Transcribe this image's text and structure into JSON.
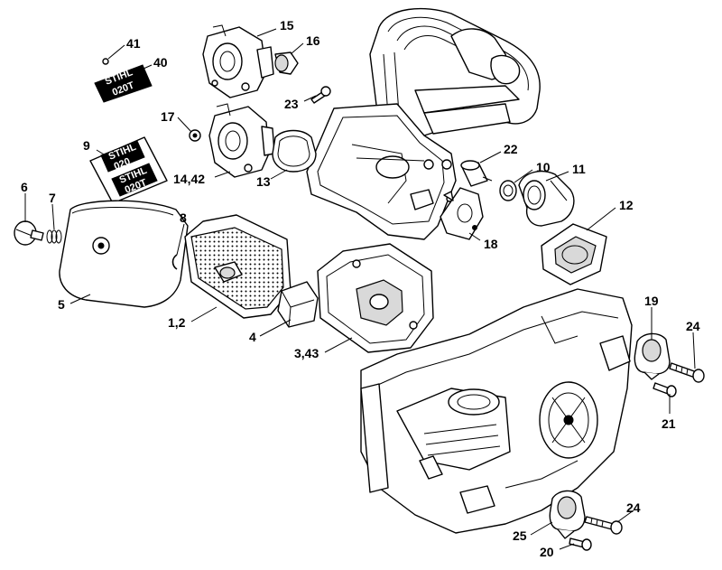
{
  "diagram": {
    "callouts": [
      {
        "id": "c41",
        "label": "41"
      },
      {
        "id": "c40",
        "label": "40"
      },
      {
        "id": "c15",
        "label": "15"
      },
      {
        "id": "c16",
        "label": "16"
      },
      {
        "id": "c23",
        "label": "23"
      },
      {
        "id": "c17",
        "label": "17"
      },
      {
        "id": "c1442",
        "label": "14,42"
      },
      {
        "id": "c13",
        "label": "13"
      },
      {
        "id": "c9",
        "label": "9"
      },
      {
        "id": "c22",
        "label": "22"
      },
      {
        "id": "c10",
        "label": "10"
      },
      {
        "id": "c11",
        "label": "11"
      },
      {
        "id": "c12",
        "label": "12"
      },
      {
        "id": "c18",
        "label": "18"
      },
      {
        "id": "c6",
        "label": "6"
      },
      {
        "id": "c7",
        "label": "7"
      },
      {
        "id": "c8",
        "label": "8"
      },
      {
        "id": "c5",
        "label": "5"
      },
      {
        "id": "c12b",
        "label": "1,2"
      },
      {
        "id": "c4",
        "label": "4"
      },
      {
        "id": "c343",
        "label": "3,43"
      },
      {
        "id": "c19",
        "label": "19"
      },
      {
        "id": "c24a",
        "label": "24"
      },
      {
        "id": "c21",
        "label": "21"
      },
      {
        "id": "c24b",
        "label": "24"
      },
      {
        "id": "c25",
        "label": "25"
      },
      {
        "id": "c20",
        "label": "20"
      }
    ],
    "decals": {
      "d40": [
        "STIHL",
        "020T"
      ],
      "d9a": [
        "STIHL",
        "020"
      ],
      "d9b": [
        "STIHL",
        "020T"
      ]
    }
  }
}
